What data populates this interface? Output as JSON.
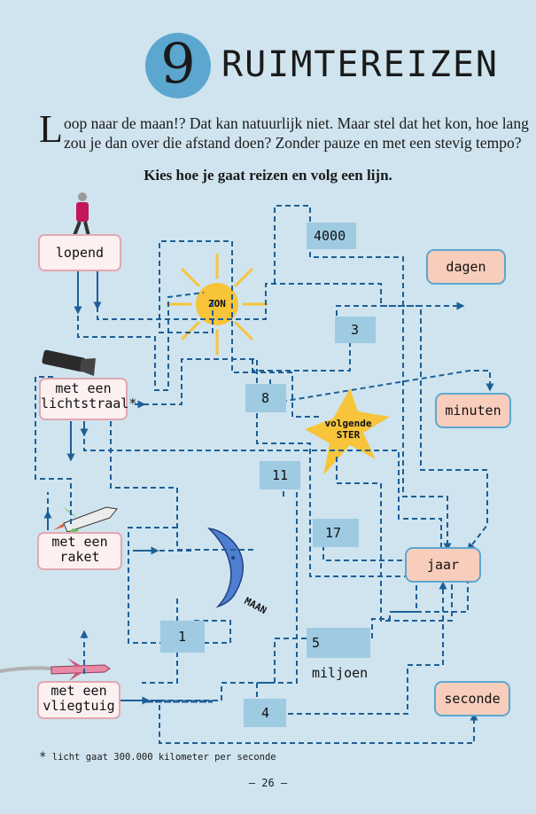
{
  "header": {
    "chapter_number": "9",
    "title": "RUIMTEREIZEN"
  },
  "intro": {
    "drop_cap": "L",
    "line1": "oop naar de maan!? Dat kan natuurlijk niet. Maar stel dat het kon, hoe lang",
    "line2": "zou je dan over die afstand doen? Zonder pauze en met een stevig tempo?"
  },
  "instruction": "Kies hoe je gaat reizen en volg een lijn.",
  "starts": {
    "walking": "lopend",
    "light_line1": "met een",
    "light_line2": "lichtstraal*",
    "rocket_line1": "met een",
    "rocket_line2": "raket",
    "plane_line1": "met een",
    "plane_line2": "vliegtuig"
  },
  "numbers": {
    "n4000": "4000",
    "n3": "3",
    "n8": "8",
    "n11": "11",
    "n17": "17",
    "n1": "1",
    "n5m": "5 miljoen",
    "n4": "4"
  },
  "units": {
    "dagen": "dagen",
    "minuten": "minuten",
    "jaar": "jaar",
    "seconde": "seconde"
  },
  "map_labels": {
    "sun": "ZON",
    "star_line1": "volgende",
    "star_line2": "STER",
    "moon": "MAAN"
  },
  "footnote": "licht gaat 300.000 kilometer per seconde",
  "footnote_mark": "*",
  "page_number": "– 26 –",
  "colors": {
    "background": "#cfe4ef",
    "line": "#1d5f96",
    "number_box": "#9ecbe2",
    "end_box": "#f8cdbc",
    "start_box": "#fcf0f1",
    "sun": "#f7c43a",
    "moon": "#4f7fd0",
    "chapter_circle": "#5ca7cf"
  }
}
